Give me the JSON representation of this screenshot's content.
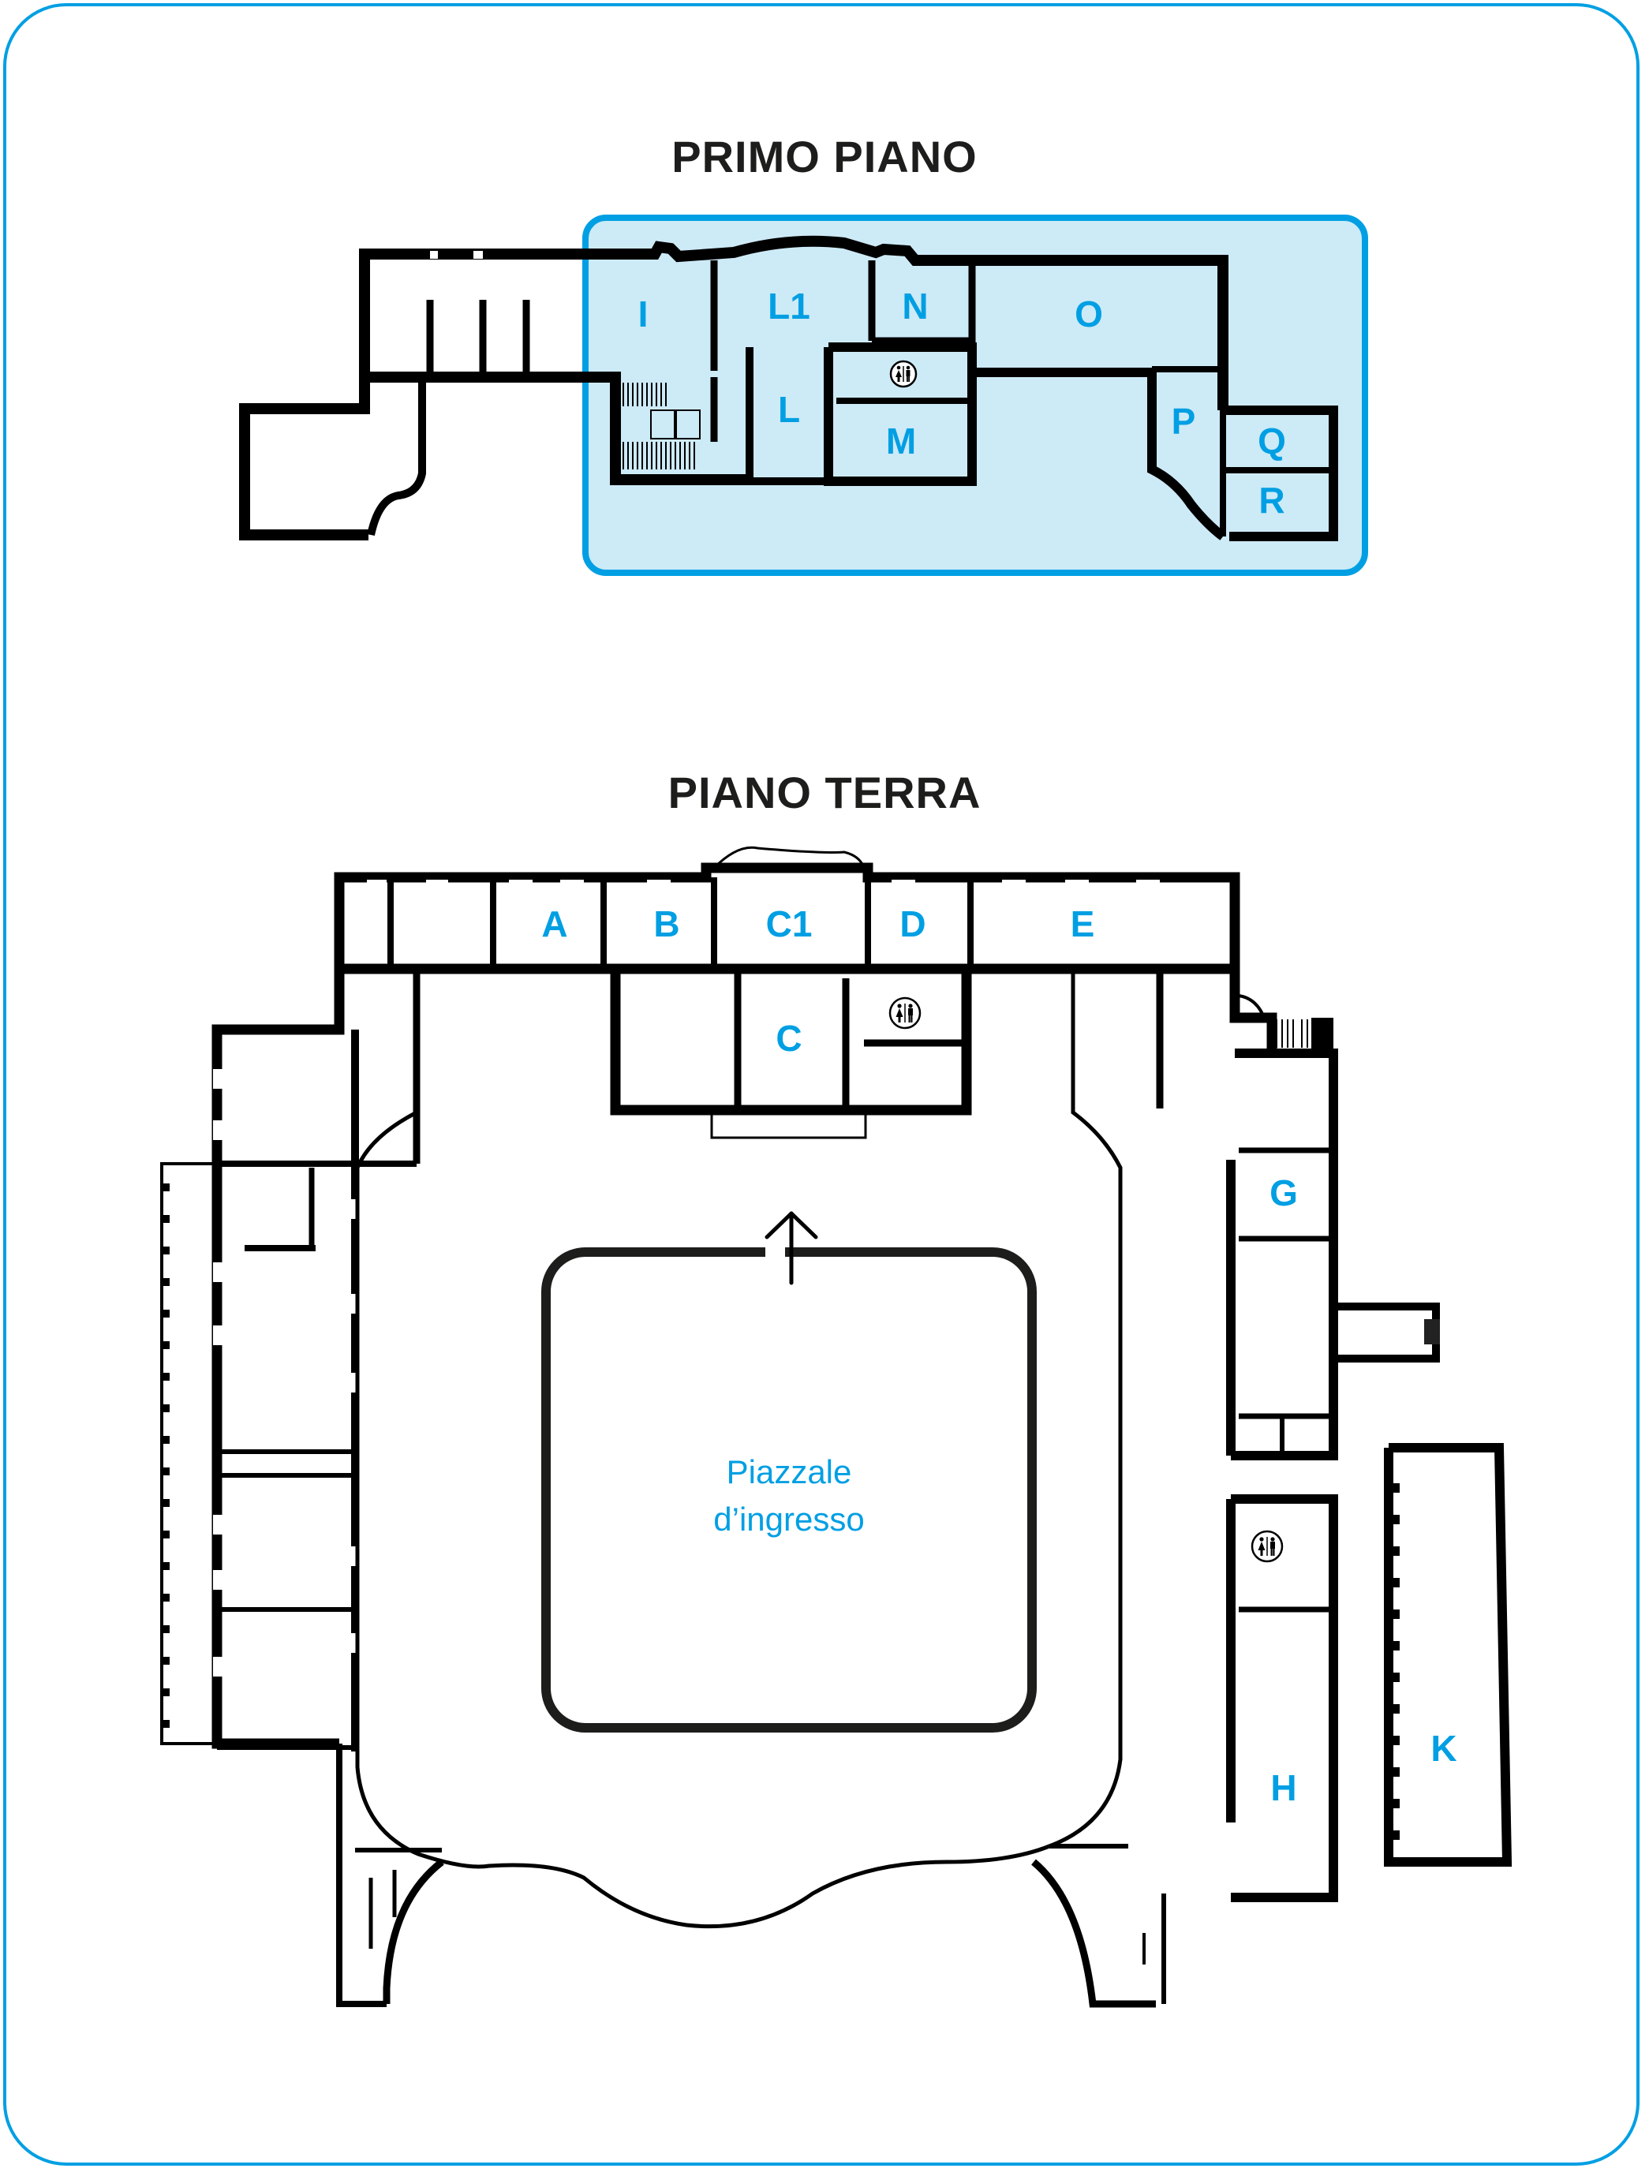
{
  "colors": {
    "accent": "#009fe3",
    "highlight_fill": "#cdeaf7",
    "title_text": "#1d1d1b",
    "walls": "#000000"
  },
  "floors": {
    "primo_piano": {
      "title": "PRIMO PIANO",
      "highlighted": true,
      "rooms": [
        {
          "id": "I",
          "label": "I"
        },
        {
          "id": "L1",
          "label": "L1"
        },
        {
          "id": "N",
          "label": "N"
        },
        {
          "id": "O",
          "label": "O"
        },
        {
          "id": "L",
          "label": "L"
        },
        {
          "id": "M",
          "label": "M"
        },
        {
          "id": "P",
          "label": "P"
        },
        {
          "id": "Q",
          "label": "Q"
        },
        {
          "id": "R",
          "label": "R"
        }
      ],
      "icons": [
        "restroom-icon",
        "staircase-icon"
      ]
    },
    "piano_terra": {
      "title": "PIANO TERRA",
      "rooms": [
        {
          "id": "A",
          "label": "A"
        },
        {
          "id": "B",
          "label": "B"
        },
        {
          "id": "C1",
          "label": "C1"
        },
        {
          "id": "D",
          "label": "D"
        },
        {
          "id": "E",
          "label": "E"
        },
        {
          "id": "C",
          "label": "C"
        },
        {
          "id": "G",
          "label": "G"
        },
        {
          "id": "H",
          "label": "H"
        },
        {
          "id": "K",
          "label": "K"
        }
      ],
      "courtyard": {
        "line1": "Piazzale",
        "line2": "d’ingresso"
      },
      "icons": [
        "restroom-icon",
        "restroom-icon",
        "entrance-arrow-icon",
        "staircase-icon"
      ]
    }
  }
}
